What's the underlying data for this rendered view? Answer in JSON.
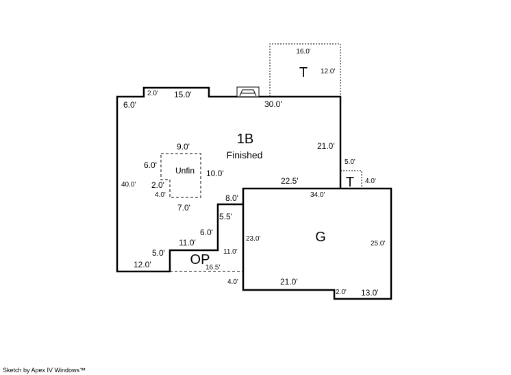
{
  "areas": {
    "main": {
      "code": "1B",
      "desc": "Finished"
    },
    "unfin": "Unfin",
    "garage": "G",
    "porch": "OP",
    "terrace_top": "T",
    "terrace_small": "T"
  },
  "dims": {
    "t_top_w": "16.0'",
    "t_top_h": "12.0'",
    "bump_2": "2.0'",
    "bump_15": "15.0'",
    "left_6": "6.0'",
    "top_30": "30.0'",
    "right_21": "21.0'",
    "t_small_5": "5.0'",
    "t_small_4": "4.0'",
    "u_9": "9.0'",
    "u_6": "6.0'",
    "u_10": "10.0'",
    "u_2": "2.0'",
    "u_4": "4.0'",
    "u_7": "7.0'",
    "left_40": "40.0'",
    "g_top_22": "22.5'",
    "g_34": "34.0'",
    "step_8": "8.0'",
    "step_55": "5.5'",
    "step_6": "6.0'",
    "step_11": "11.0'",
    "step_5": "5.0'",
    "bottom_12": "12.0'",
    "g_23": "23.0'",
    "op_11": "11.0'",
    "op_165": "16.5'",
    "g_4": "4.0'",
    "g_21": "21.0'",
    "g_2": "2.0'",
    "g_13": "13.0'",
    "g_25": "25.0'"
  },
  "footer": "Sketch by Apex IV Windows™"
}
